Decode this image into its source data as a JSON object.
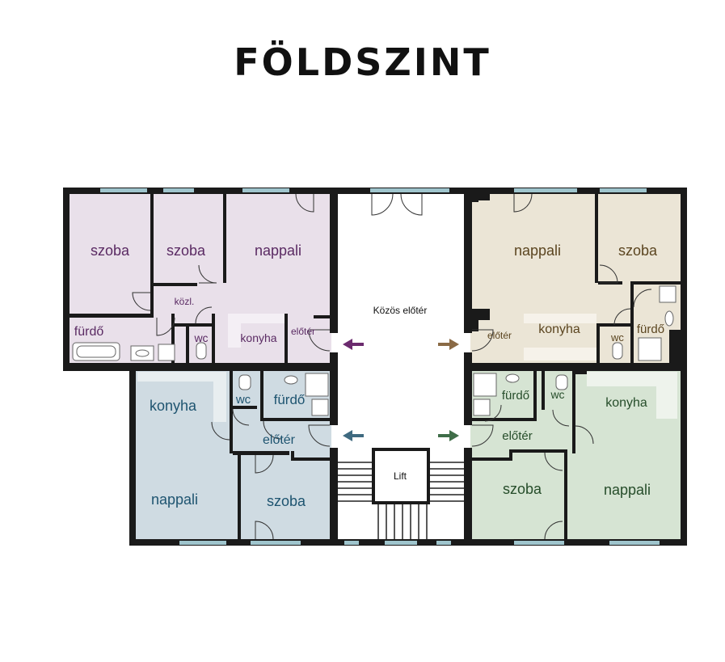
{
  "title": "FÖLDSZINT",
  "colors": {
    "wall": "#1a1a1a",
    "purple_fill": "#e9e0ea",
    "purple_text": "#5a2a63",
    "purple_arrow": "#6b2a6e",
    "beige_fill": "#ebe5d6",
    "beige_text": "#5b4520",
    "beige_arrow": "#8a6a45",
    "blue_fill": "#cfdbe2",
    "blue_text": "#1e5470",
    "blue_arrow": "#3f6a80",
    "green_fill": "#d6e4d3",
    "green_text": "#264d2a",
    "green_arrow": "#3f6d48",
    "window": "#9fc5cd",
    "stair": "#222222"
  },
  "common": {
    "hall_label": "Közös előtér",
    "lift_label": "Lift"
  },
  "units": {
    "purple": {
      "szoba1": "szoba",
      "szoba2": "szoba",
      "nappali": "nappali",
      "kozl": "közl.",
      "furdo": "fürdő",
      "wc": "wc",
      "konyha": "konyha",
      "eloter": "előtér"
    },
    "beige": {
      "nappali": "nappali",
      "szoba": "szoba",
      "eloter": "előtér",
      "konyha": "konyha",
      "wc": "wc",
      "furdo": "fürdő"
    },
    "blue": {
      "konyha": "konyha",
      "wc": "wc",
      "furdo": "fürdő",
      "eloter": "előtér",
      "nappali": "nappali",
      "szoba": "szoba"
    },
    "green": {
      "furdo": "fürdő",
      "wc": "wc",
      "konyha": "konyha",
      "eloter": "előtér",
      "szoba": "szoba",
      "nappali": "nappali"
    }
  }
}
